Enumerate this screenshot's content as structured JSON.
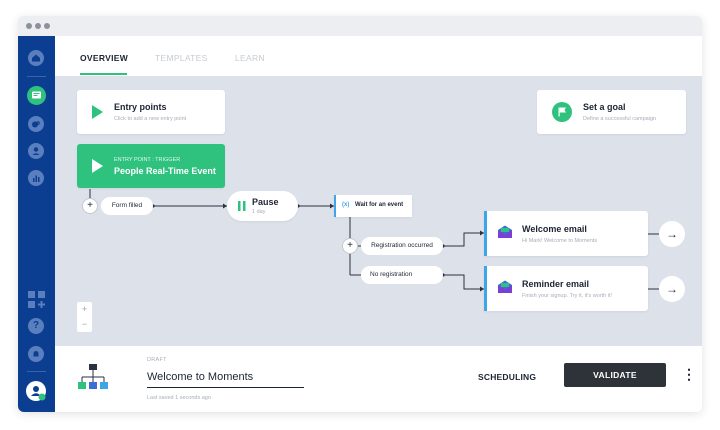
{
  "tabs": [
    "OVERVIEW",
    "TEMPLATES",
    "LEARN"
  ],
  "entry_points": {
    "title": "Entry points",
    "subtitle": "Click to add a new entry point"
  },
  "goal": {
    "title": "Set a goal",
    "subtitle": "Define a successful campaign"
  },
  "trigger": {
    "label": "ENTRY POINT : TRIGGER",
    "title": "People Real-Time Event"
  },
  "form_filled": "Form filled",
  "pause": {
    "title": "Pause",
    "subtitle": "1 day"
  },
  "wait": {
    "icon": "(x)",
    "label": "Wait for an event"
  },
  "branches": [
    "Registration occurred",
    "No registration"
  ],
  "welcome": {
    "title": "Welcome email",
    "subtitle": "Hi Mark! Welcome to Moments"
  },
  "reminder": {
    "title": "Reminder email",
    "subtitle": "Finish your signup. Try it, it's worth it!"
  },
  "zoom": {
    "in": "+",
    "out": "−"
  },
  "footer": {
    "status": "DRAFT",
    "name": "Welcome to Moments",
    "saved": "Last saved 1 seconds ago",
    "scheduling": "SCHEDULING",
    "validate": "VALIDATE",
    "more": "⋮"
  },
  "glyphs": {
    "plus": "+",
    "arrow": "→",
    "help": "?"
  },
  "colors": {
    "sidebar": "#0b3d91",
    "accent": "#2ec27e",
    "canvas": "#dde1ea",
    "email_accent": "#3ea6e8",
    "validate": "#2d3338",
    "envelope": "#7b3fd6"
  },
  "sidebar_icons": [
    "home-icon",
    "campaigns-icon",
    "contacts-icon",
    "profile-icon",
    "reports-icon",
    "apps-icon",
    "help-icon",
    "notifications-icon",
    "user-avatar"
  ]
}
